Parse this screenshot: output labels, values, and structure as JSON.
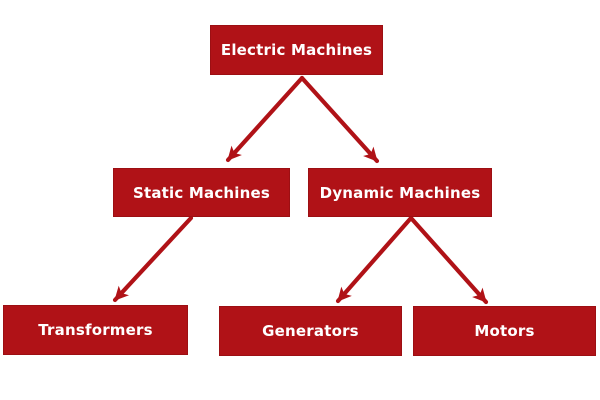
{
  "diagram": {
    "type": "hierarchy-tree",
    "nodes": {
      "electric_machines": {
        "label": "Electric Machines",
        "level": 1
      },
      "static_machines": {
        "label": "Static Machines",
        "level": 2
      },
      "dynamic_machines": {
        "label": "Dynamic Machines",
        "level": 2
      },
      "transformers": {
        "label": "Transformers",
        "level": 3
      },
      "generators": {
        "label": "Generators",
        "level": 3
      },
      "motors": {
        "label": "Motors",
        "level": 3
      }
    },
    "edges": [
      {
        "from": "Electric Machines",
        "to": "Static Machines"
      },
      {
        "from": "Electric Machines",
        "to": "Dynamic Machines"
      },
      {
        "from": "Static Machines",
        "to": "Transformers"
      },
      {
        "from": "Dynamic Machines",
        "to": "Generators"
      },
      {
        "from": "Dynamic Machines",
        "to": "Motors"
      }
    ],
    "colors": {
      "box_fill": "#B01217",
      "box_border": "#9C0F13",
      "box_text": "#FFFFFF",
      "arrow": "#B01217",
      "background": "#FFFFFF"
    }
  }
}
